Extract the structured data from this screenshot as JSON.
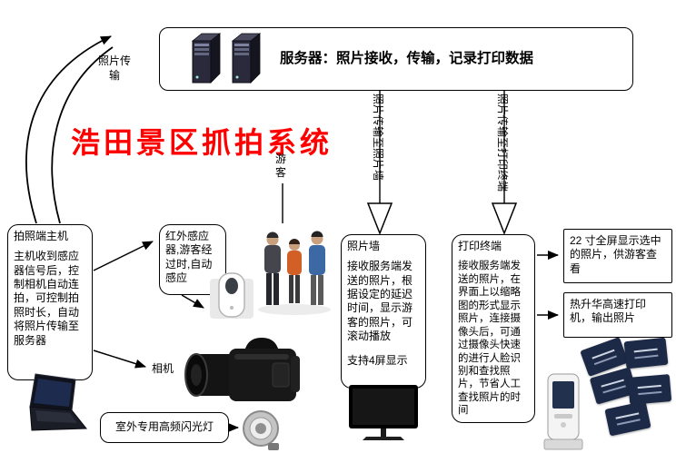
{
  "title": "浩田景区抓拍系统",
  "server": {
    "label": "服务器：照片接收，传输，记录打印数据"
  },
  "edges": {
    "photo_transfer": "照片传输",
    "to_photo_wall": "照片传输至照片墙",
    "to_print_terminal": "照片传输至打印终端"
  },
  "labels": {
    "tourist": "游客",
    "camera": "相机"
  },
  "nodes": {
    "capture_host": {
      "title": "拍照端主机",
      "body": "主机收到感应器信号后，控制相机自动连拍，可控制拍照时长，自动将照片传输至服务器"
    },
    "ir_sensor": {
      "body": "红外感应器,游客经过时,自动感应"
    },
    "flash": {
      "body": "室外专用高频闪光灯"
    },
    "photo_wall": {
      "title": "照片墙",
      "body": "接收服务端发送的照片，根据设定的延迟时间，显示游客的照片，可滚动播放",
      "note": "支持4屏显示"
    },
    "print_terminal": {
      "title": "打印终端",
      "body": "接收服务端发送的照片，在界面上以缩略图的形式显示照片，连接摄像头后，可通过摄像头快速的进行人脸识别和查找照片，节省人工查找照片的时间"
    },
    "display_22": {
      "body": "22 寸全屏显示选中的照片，供游客查看"
    },
    "dye_sub_printer": {
      "body": "热升华高速打印机，输出照片"
    }
  },
  "colors": {
    "title_red": "#fe0000",
    "line": "#000000",
    "card_navy": "#1d2a47"
  }
}
